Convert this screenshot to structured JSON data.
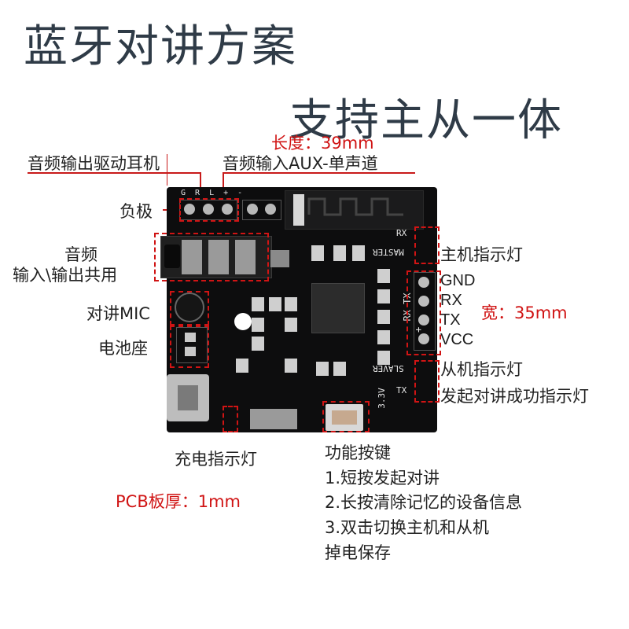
{
  "titles": {
    "main": "蓝牙对讲方案",
    "sub": "支持主从一体"
  },
  "dimensions": {
    "length": "长度：39mm",
    "width": "宽：35mm",
    "thickness": "PCB板厚：1mm"
  },
  "labels": {
    "audio_out_headphone": "音频输出驱动耳机",
    "audio_in_aux": "音频输入AUX-单声道",
    "negative": "负极",
    "audio_shared_line1": "音频",
    "audio_shared_line2": "输入\\输出共用",
    "mic": "对讲MIC",
    "battery": "电池座",
    "master_led": "主机指示灯",
    "slave_led": "从机指示灯",
    "talk_success_led": "发起对讲成功指示灯",
    "charge_led": "充电指示灯"
  },
  "pins": [
    "GND",
    "RX",
    "TX",
    "VCC"
  ],
  "function_key": {
    "title": "功能按键",
    "items": [
      "1.短按发起对讲",
      "2.长按清除记忆的设备信息",
      "3.双击切换主机和从机",
      "掉电保存"
    ]
  },
  "pcb_silkscreen": {
    "rx": "RX",
    "master": "MASTER",
    "slaver": "SLAVER",
    "tx": "TX",
    "v33": "3.3V",
    "header_pins": "G R L + -",
    "side_pins": "- RX TX +"
  },
  "colors": {
    "title": "#2f3b47",
    "accent_red": "#d01414",
    "board": "#0d0d0e"
  }
}
